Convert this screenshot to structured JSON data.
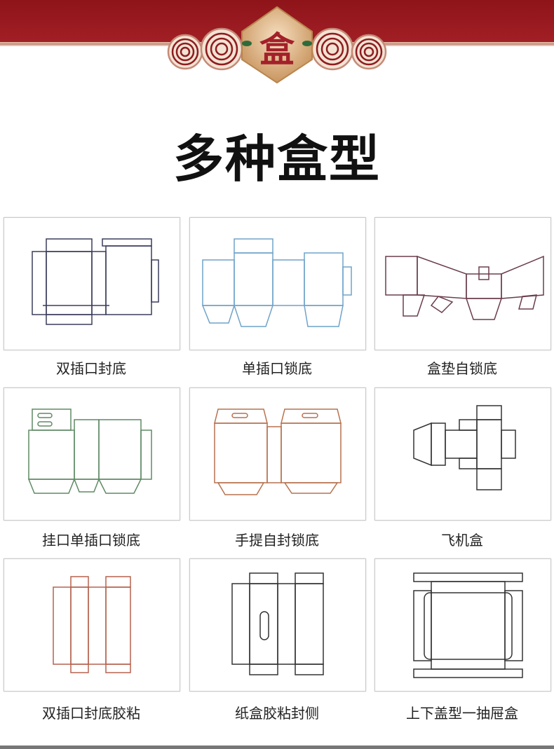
{
  "header": {
    "emblem_char": "盒"
  },
  "title": "多种盒型",
  "box_types": [
    {
      "label": "双插口封底",
      "color": "#3a3d5c"
    },
    {
      "label": "单插口锁底",
      "color": "#6fa3c9"
    },
    {
      "label": "盒垫自锁底",
      "color": "#6b3d4d"
    },
    {
      "label": "挂口单插口锁底",
      "color": "#5f8a64"
    },
    {
      "label": "手提自封锁底",
      "color": "#b7714f"
    },
    {
      "label": "飞机盒",
      "color": "#333333"
    },
    {
      "label": "双插口封底胶粘",
      "color": "#b5624f"
    },
    {
      "label": "纸盒胶粘封侧",
      "color": "#333333"
    },
    {
      "label": "上下盖型一抽屉盒",
      "color": "#333333"
    }
  ]
}
